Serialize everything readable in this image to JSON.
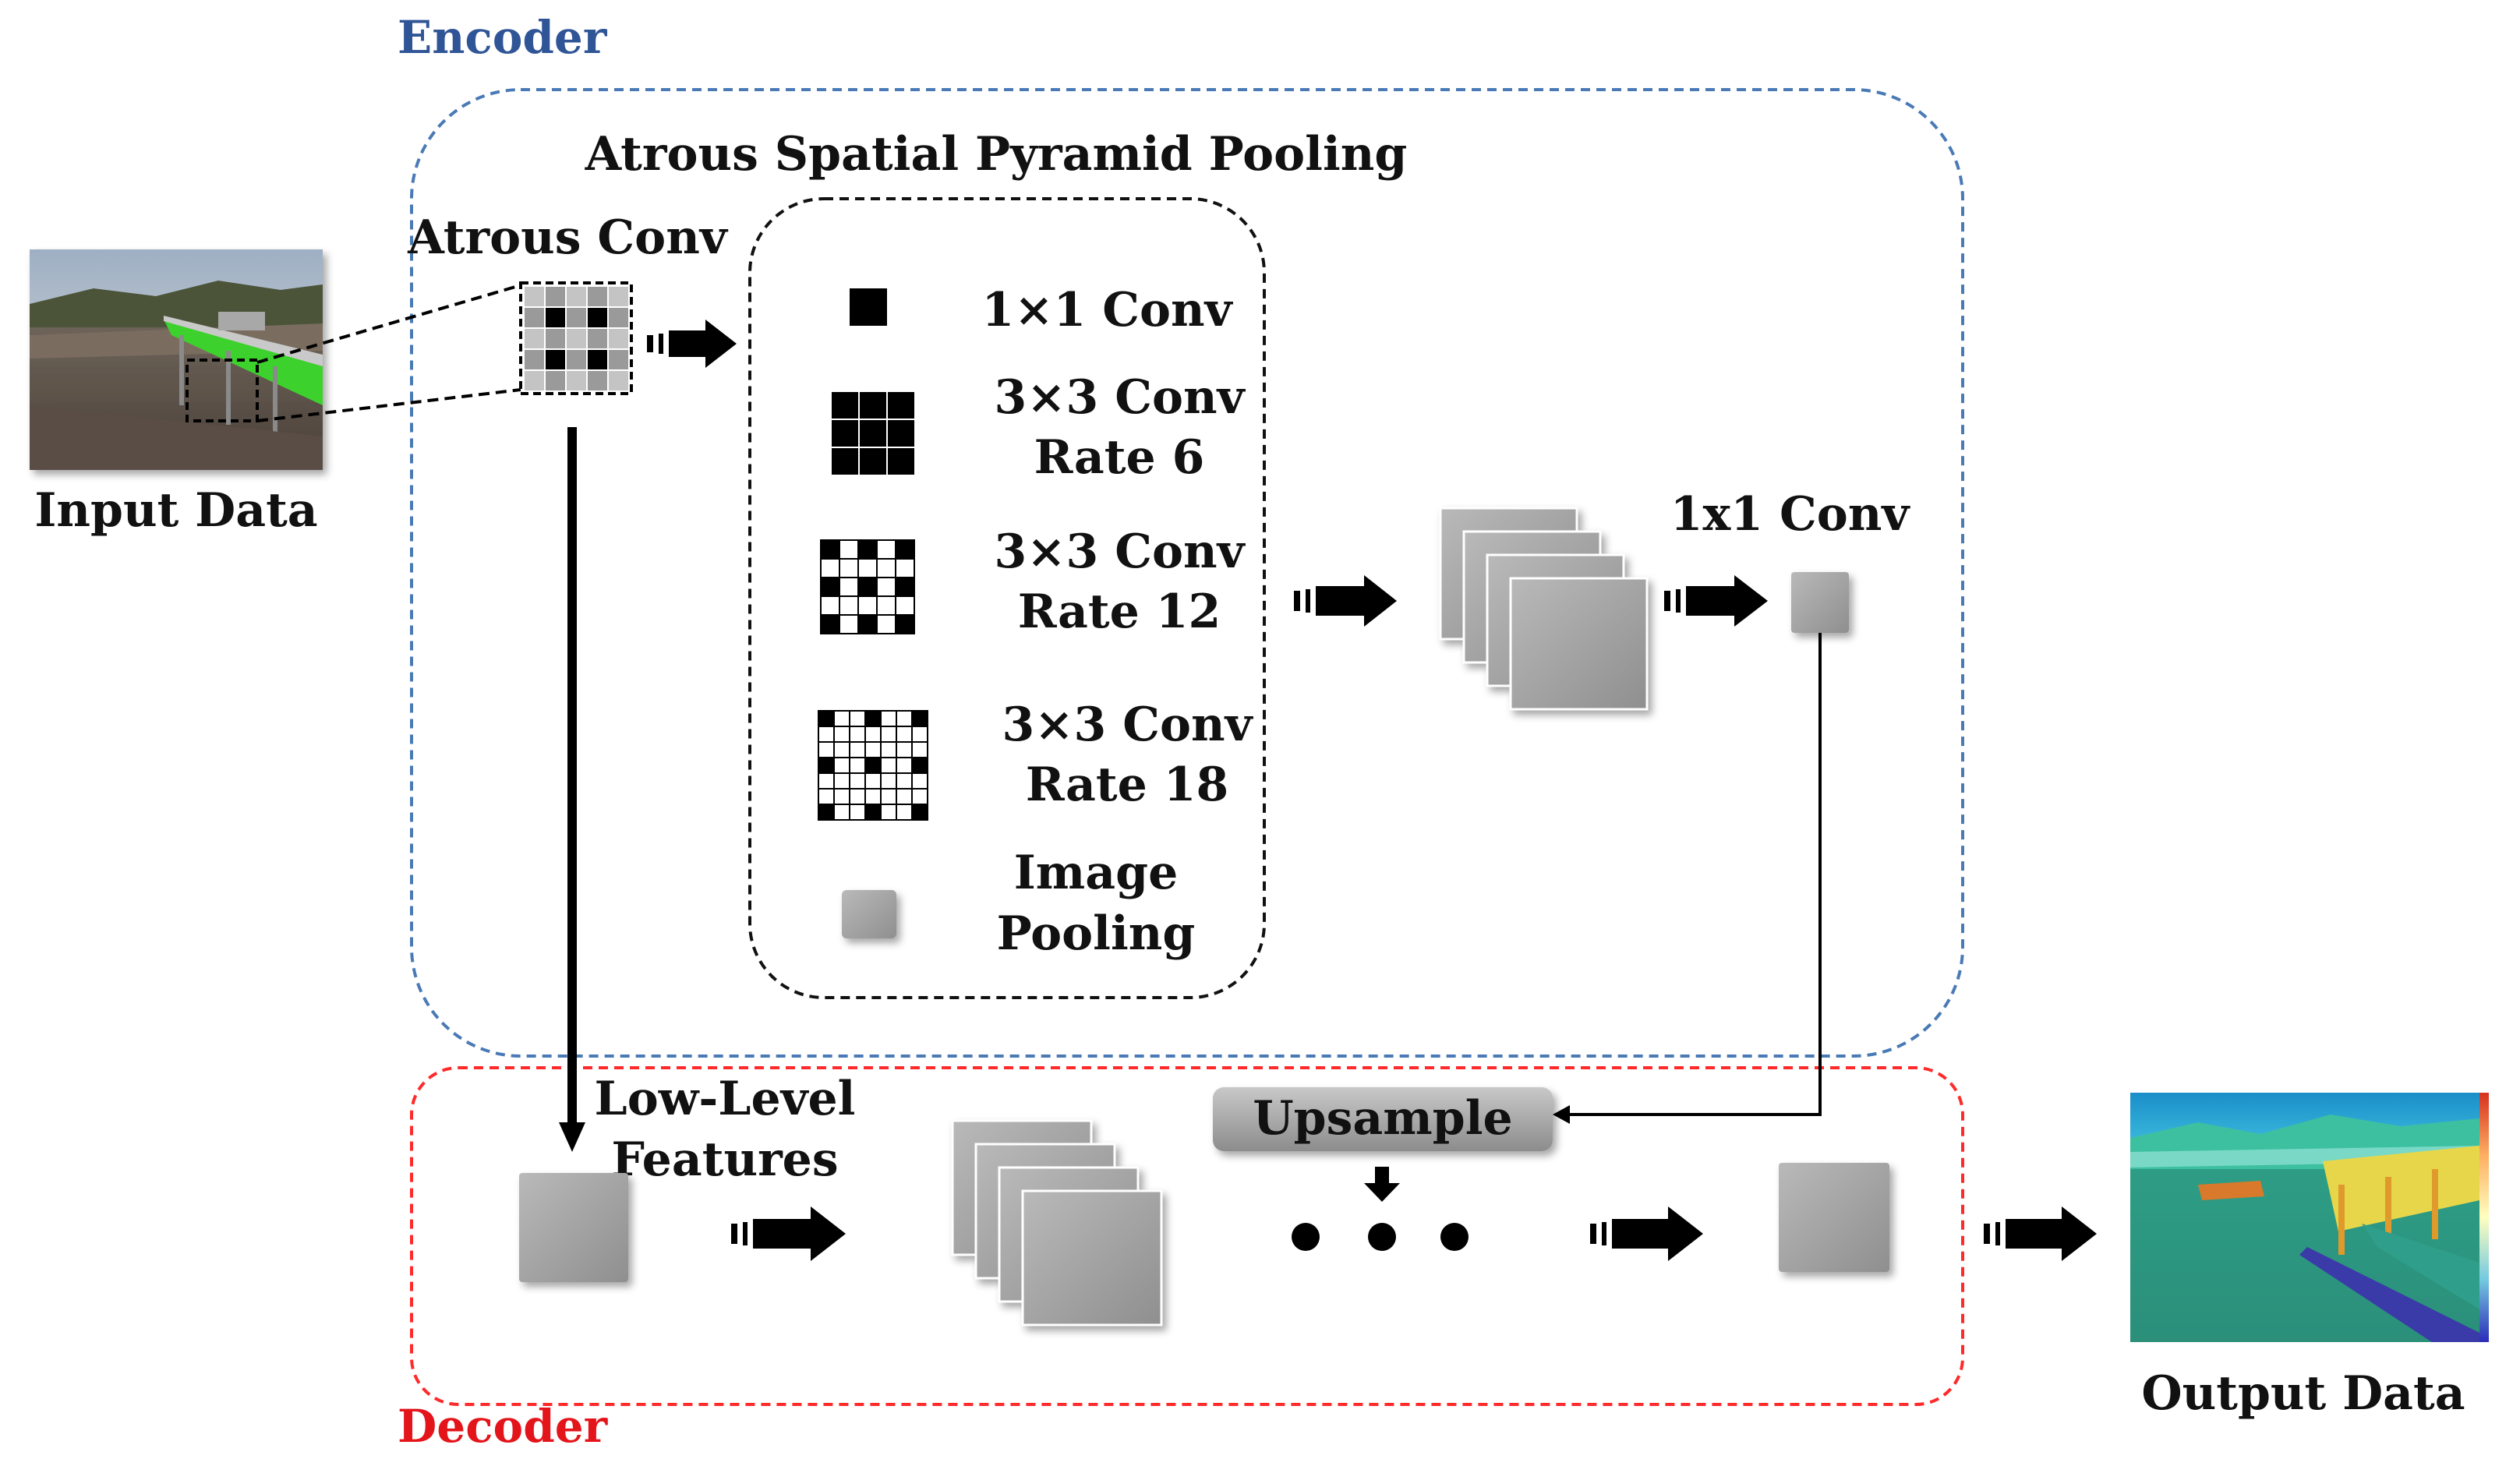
{
  "encoder": {
    "title": "Encoder",
    "border_color": "#4a7ab5"
  },
  "decoder": {
    "title": "Decoder",
    "border_color": "#ff2a2a"
  },
  "input": {
    "label": "Input Data"
  },
  "atrous_conv": {
    "label": "Atrous Conv"
  },
  "aspp": {
    "title": "Atrous Spatial  Pyramid Pooling",
    "items": [
      {
        "line1": "1×1  Conv",
        "line2": ""
      },
      {
        "line1": "3×3  Conv",
        "line2": "Rate 6"
      },
      {
        "line1": "3×3  Conv",
        "line2": "Rate 12"
      },
      {
        "line1": "3×3  Conv",
        "line2": "Rate 18"
      },
      {
        "line1": "Image",
        "line2": "Pooling"
      }
    ]
  },
  "conv1x1": {
    "label": "1x1 Conv"
  },
  "low_level": {
    "line1": "Low-Level",
    "line2": "Features"
  },
  "upsample": {
    "label": "Upsample"
  },
  "output": {
    "label": "Output Data"
  },
  "colors": {
    "block_gray": "#a6a6a6",
    "arrow": "#000000"
  }
}
